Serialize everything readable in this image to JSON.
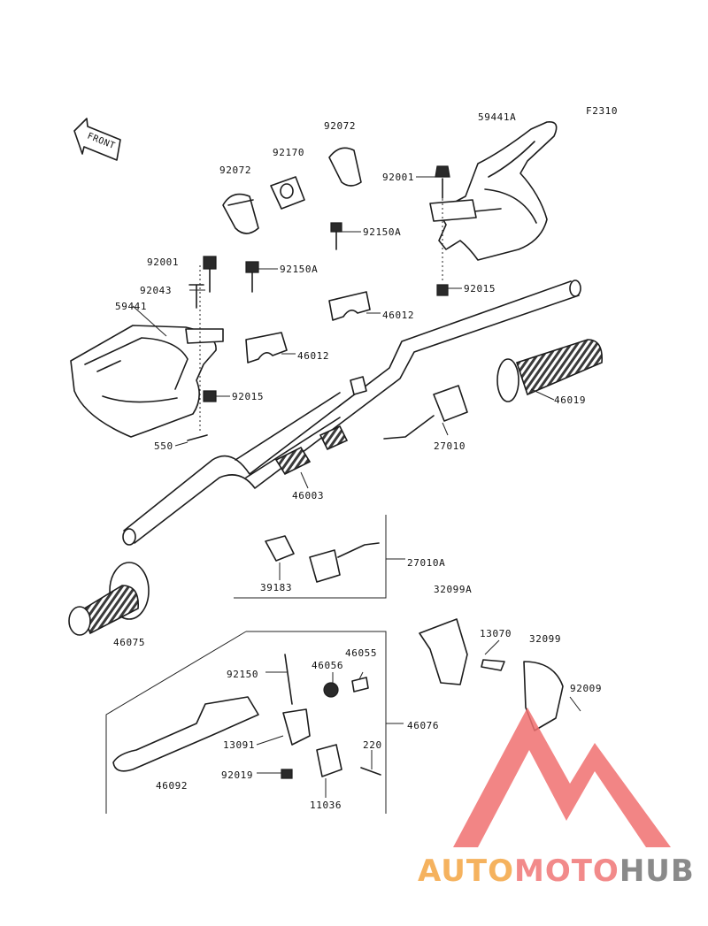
{
  "figure_code": "F2310",
  "front_label": "FRONT",
  "parts": [
    {
      "id": "p59441A",
      "number": "59441A"
    },
    {
      "id": "p92072a",
      "number": "92072"
    },
    {
      "id": "p92170",
      "number": "92170"
    },
    {
      "id": "p92072b",
      "number": "92072"
    },
    {
      "id": "p92001a",
      "number": "92001"
    },
    {
      "id": "p92150Aa",
      "number": "92150A"
    },
    {
      "id": "p92001b",
      "number": "92001"
    },
    {
      "id": "p92150Ab",
      "number": "92150A"
    },
    {
      "id": "p92015a",
      "number": "92015"
    },
    {
      "id": "p92043",
      "number": "92043"
    },
    {
      "id": "p59441",
      "number": "59441"
    },
    {
      "id": "p46012a",
      "number": "46012"
    },
    {
      "id": "p46012b",
      "number": "46012"
    },
    {
      "id": "p92015b",
      "number": "92015"
    },
    {
      "id": "p46019",
      "number": "46019"
    },
    {
      "id": "p550",
      "number": "550"
    },
    {
      "id": "p27010",
      "number": "27010"
    },
    {
      "id": "p46003",
      "number": "46003"
    },
    {
      "id": "p27010A",
      "number": "27010A"
    },
    {
      "id": "p39183",
      "number": "39183"
    },
    {
      "id": "p32099A",
      "number": "32099A"
    },
    {
      "id": "p46075",
      "number": "46075"
    },
    {
      "id": "p13070",
      "number": "13070"
    },
    {
      "id": "p32099",
      "number": "32099"
    },
    {
      "id": "p92150",
      "number": "92150"
    },
    {
      "id": "p46056",
      "number": "46056"
    },
    {
      "id": "p46055",
      "number": "46055"
    },
    {
      "id": "p92009",
      "number": "92009"
    },
    {
      "id": "p46076",
      "number": "46076"
    },
    {
      "id": "p13091",
      "number": "13091"
    },
    {
      "id": "p220",
      "number": "220"
    },
    {
      "id": "p92019",
      "number": "92019"
    },
    {
      "id": "p46092",
      "number": "46092"
    },
    {
      "id": "p11036",
      "number": "11036"
    }
  ],
  "watermark": {
    "part_a": "AUTO",
    "part_b": "MOTO",
    "part_c": "HUB",
    "color_a": "#f5b25e",
    "color_b": "#f28a8a",
    "color_c": "#8a8a8a",
    "logo_color": "#f07070"
  }
}
